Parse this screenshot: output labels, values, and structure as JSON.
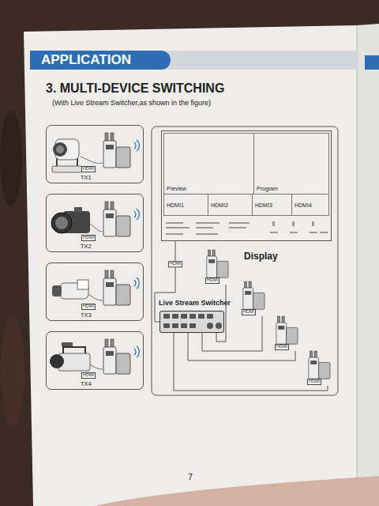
{
  "diagram": {
    "title": "3. MULTI-DEVICE SWITCHING",
    "nodes": [
      {
        "text": [
          "HDMI",
          "TX1"
        ]
      },
      {
        "text": [
          "HDMI",
          "TX2"
        ]
      },
      {
        "text": [
          "HDMI",
          "TX3"
        ]
      },
      {
        "text": [
          "HDMI",
          "TX4"
        ]
      },
      {
        "text": [
          "Display"
        ]
      },
      {
        "text": [
          "Preview"
        ],
        "in": 4
      },
      {
        "text": [
          "Program"
        ],
        "in": 4
      },
      {
        "text": [
          "HDMI1"
        ],
        "in": 4
      },
      {
        "text": [
          "HDMI2"
        ],
        "in": 4
      },
      {
        "text": [
          "HDMI3"
        ],
        "in": 4
      },
      {
        "text": [
          "HDMI4"
        ],
        "in": 4
      },
      {
        "text": [
          "Live Stream Switcher"
        ]
      },
      {
        "text": [
          "HDMI"
        ]
      },
      {
        "text": [
          "HDMI"
        ]
      },
      {
        "text": [
          "HDMI"
        ]
      },
      {
        "text": [
          "HDMI"
        ]
      }
    ],
    "edges": [
      {
        "from": 11,
        "to": 4,
        "label": "HDMI",
        "arrow": "none"
      },
      {
        "from": 12,
        "to": 11,
        "arrow": "none"
      },
      {
        "from": 13,
        "to": 11,
        "arrow": "none"
      },
      {
        "from": 14,
        "to": 11,
        "arrow": "none"
      },
      {
        "from": 15,
        "to": 11,
        "arrow": "none"
      }
    ],
    "labels": [
      "APPLICATION",
      "(With Live Stream Switcher,as shown in the figure)",
      "7"
    ]
  }
}
